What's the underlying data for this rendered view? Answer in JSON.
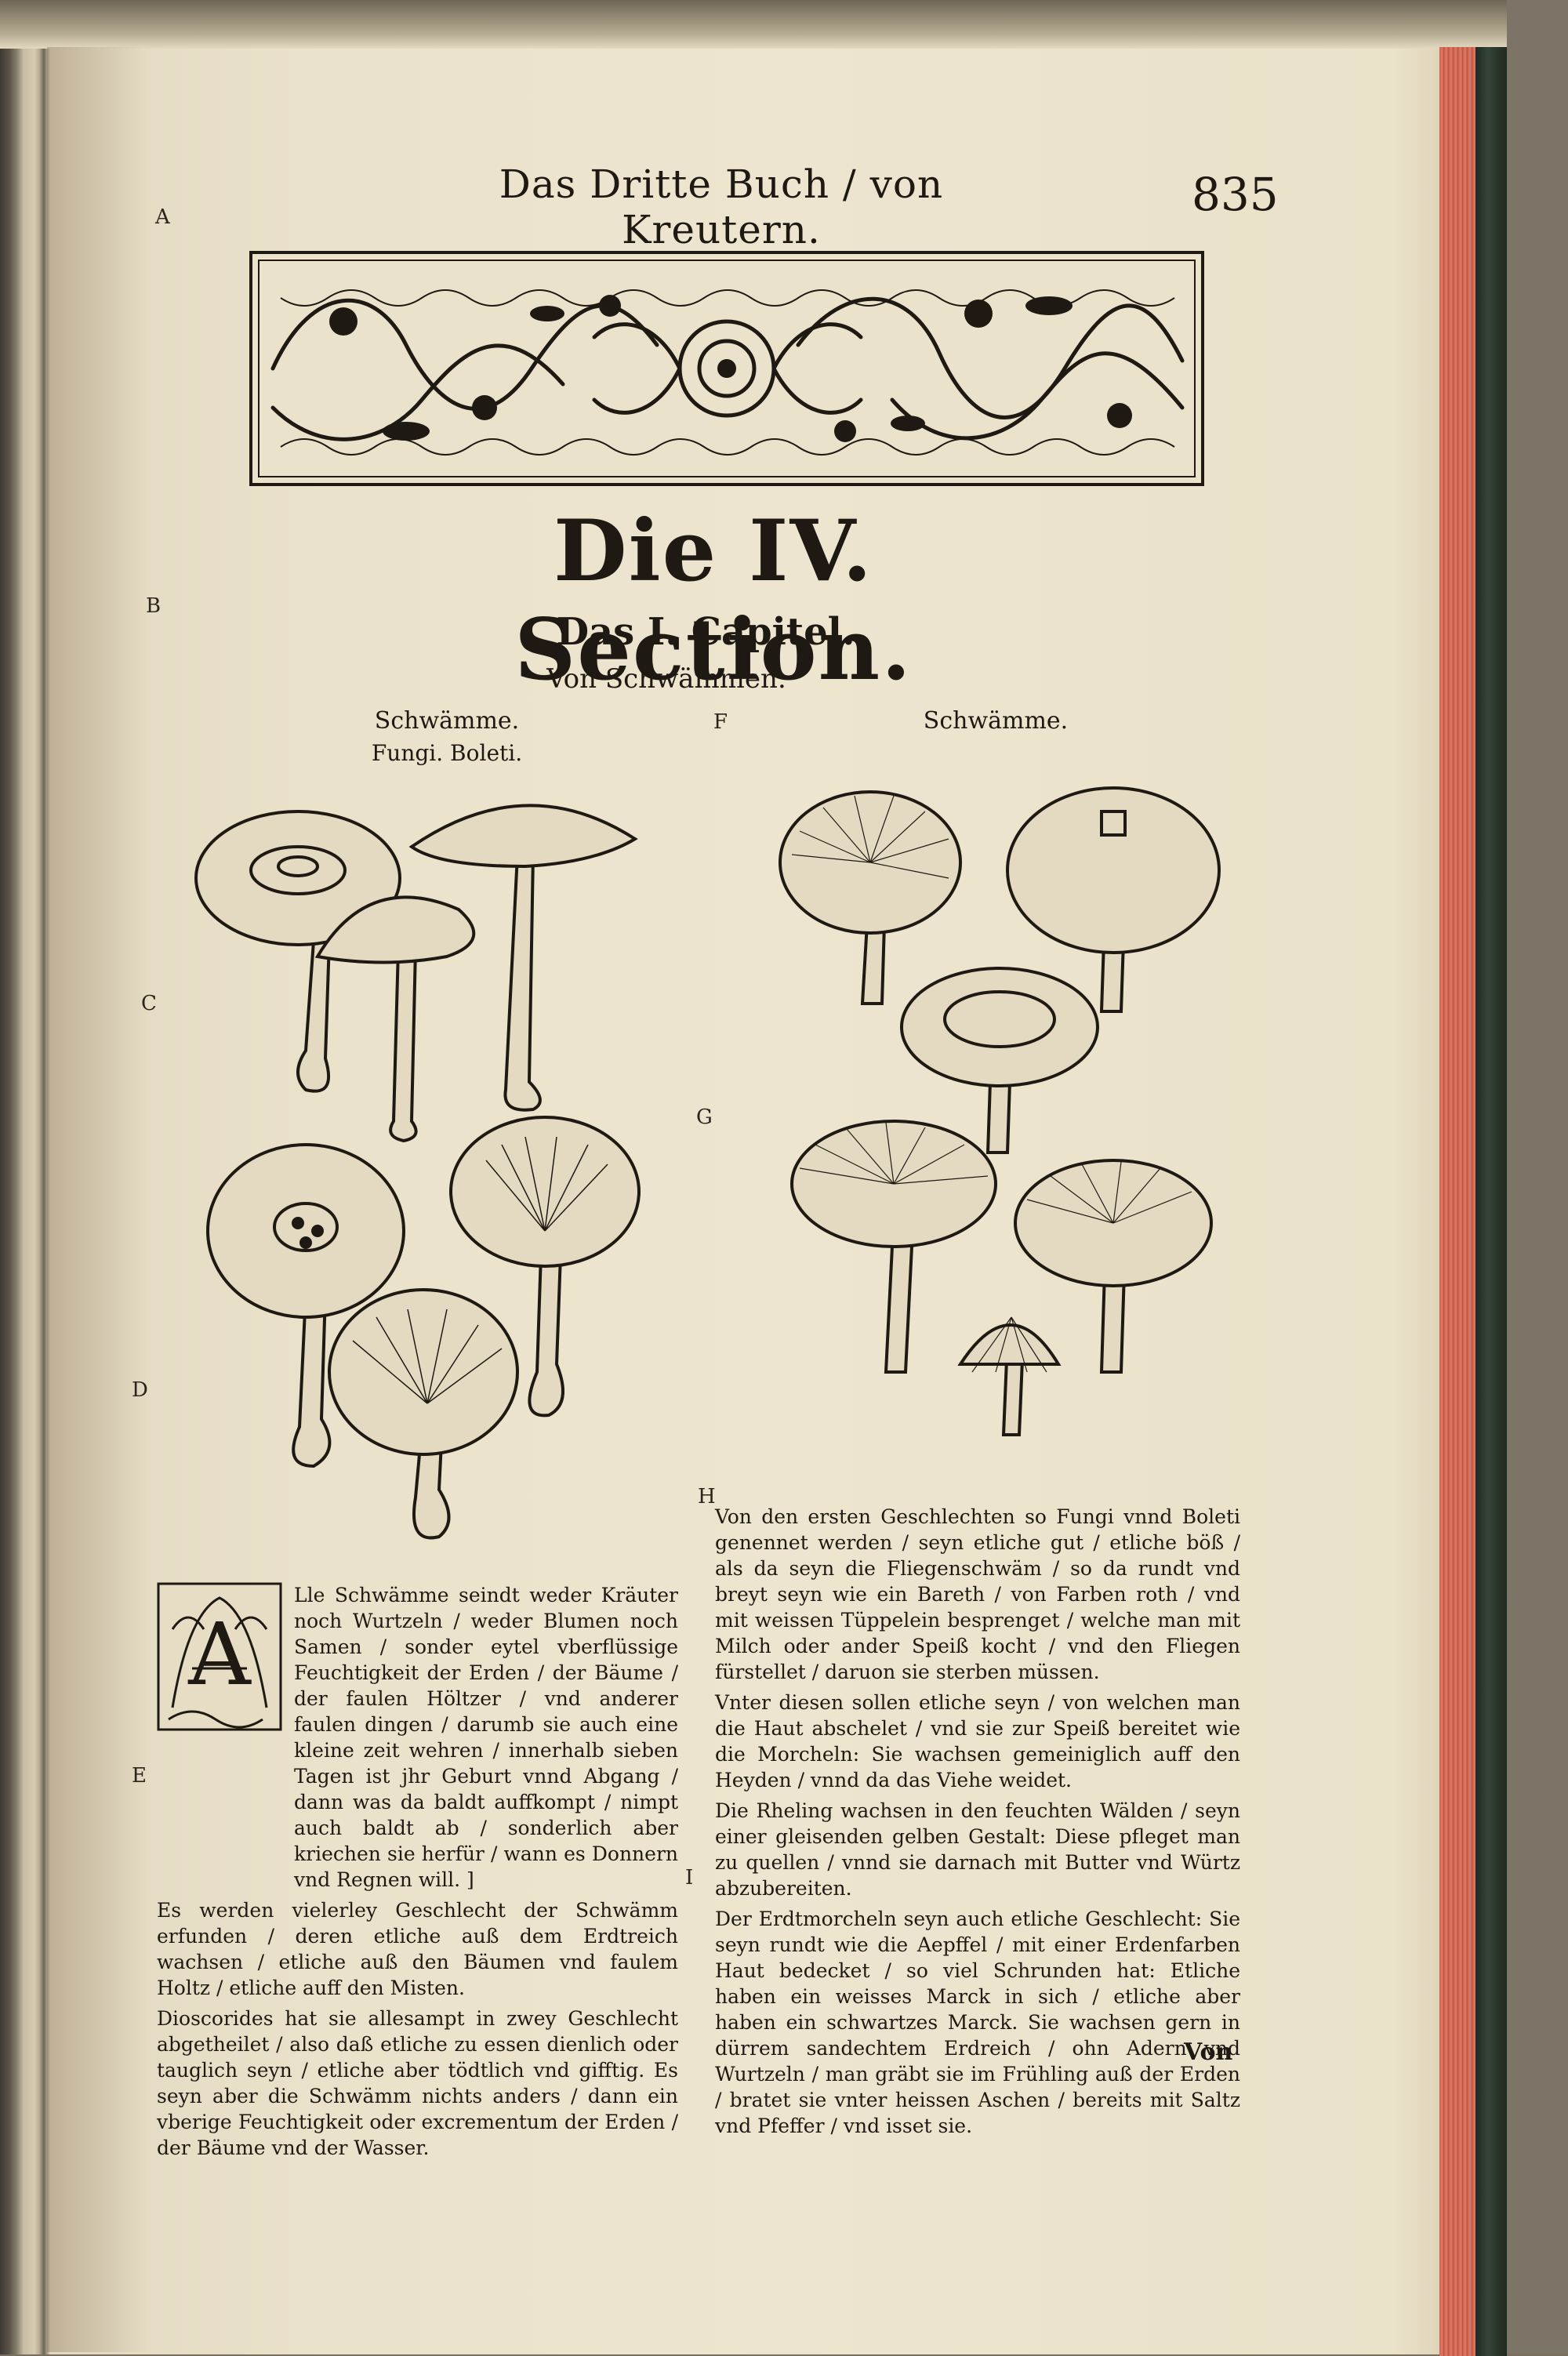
{
  "header": {
    "title": "Das Dritte Buch / von Kreutern.",
    "page_number": "835"
  },
  "margin_letters": {
    "a": "A",
    "b": "B",
    "c": "C",
    "d": "D",
    "e": "E",
    "f": "F",
    "g": "G",
    "h": "H",
    "i": "I"
  },
  "section": {
    "title": "Die IV. Section.",
    "chapter": "Das I. Capitel.",
    "chapter_subtitle": "Von Schwämmen."
  },
  "figures": {
    "left_caption": "Schwämme.",
    "left_caption_latin": "Fungi. Boleti.",
    "right_caption": "Schwämme."
  },
  "left_column": {
    "drop_cap": "A",
    "paragraphs": [
      "Lle Schwämme seindt weder Kräuter noch Wurtzeln / weder Blumen noch Samen / sonder eytel vberflüssige Feuchtigkeit der Erden / der Bäume / der faulen Höltzer / vnd anderer faulen dingen / darumb sie auch eine kleine zeit wehren / innerhalb sieben Tagen ist jhr Geburt vnnd Abgang / dann was da baldt auffkompt / nimpt auch baldt ab / sonderlich aber kriechen sie herfür / wann es Donnern vnd Regnen will. ]",
      "Es werden vielerley Geschlecht der Schwämm erfunden / deren etliche auß dem Erdtreich wachsen / etliche auß den Bäumen vnd faulem Holtz / etliche auff den Misten.",
      "Dioscorides hat sie allesampt in zwey Geschlecht abgetheilet / also daß etliche zu essen dienlich oder tauglich seyn / etliche aber tödtlich vnd gifftig. Es seyn aber die Schwämm nichts anders / dann ein vberige Feuchtigkeit oder excrementum der Erden / der Bäume vnd der Wasser."
    ]
  },
  "right_column": {
    "paragraphs": [
      "Von den ersten Geschlechten so Fungi vnnd Boleti genennet werden / seyn etliche gut / etliche böß / als da seyn die Fliegenschwäm / so da rundt vnd breyt seyn wie ein Bareth / von Farben roth / vnd mit weissen Tüppelein besprenget / welche man mit Milch oder ander Speiß kocht / vnd den Fliegen fürstellet / daruon sie sterben müssen.",
      "Vnter diesen sollen etliche seyn / von welchen man die Haut abschelet / vnd sie zur Speiß bereitet wie die Morcheln: Sie wachsen gemeiniglich auff den Heyden / vnnd da das Viehe weidet.",
      "Die Rheling wachsen in den feuchten Wälden / seyn einer gleisenden gelben Gestalt: Diese pfleget man zu quellen / vnnd sie darnach mit Butter vnd Würtz abzubereiten.",
      "Der Erdtmorcheln seyn auch etliche Geschlecht: Sie seyn rundt wie die Aepffel / mit einer Erdenfarben Haut bedecket / so viel Schrunden hat: Etliche haben ein weisses Marck in sich / etliche aber haben ein schwartzes Marck. Sie wachsen gern in dürrem sandechtem Erdreich / ohn Adern vnd Wurtzeln / man gräbt sie im Frühling auß der Erden / bratet sie vnter heissen Aschen / bereits mit Saltz vnd Pfeffer / vnd isset sie."
    ],
    "catchword": "Von"
  },
  "colors": {
    "paper": "#ebe2cb",
    "ink": "#1e1912",
    "fore_edge": "#d46b57",
    "cover": "#2b3a2d"
  }
}
